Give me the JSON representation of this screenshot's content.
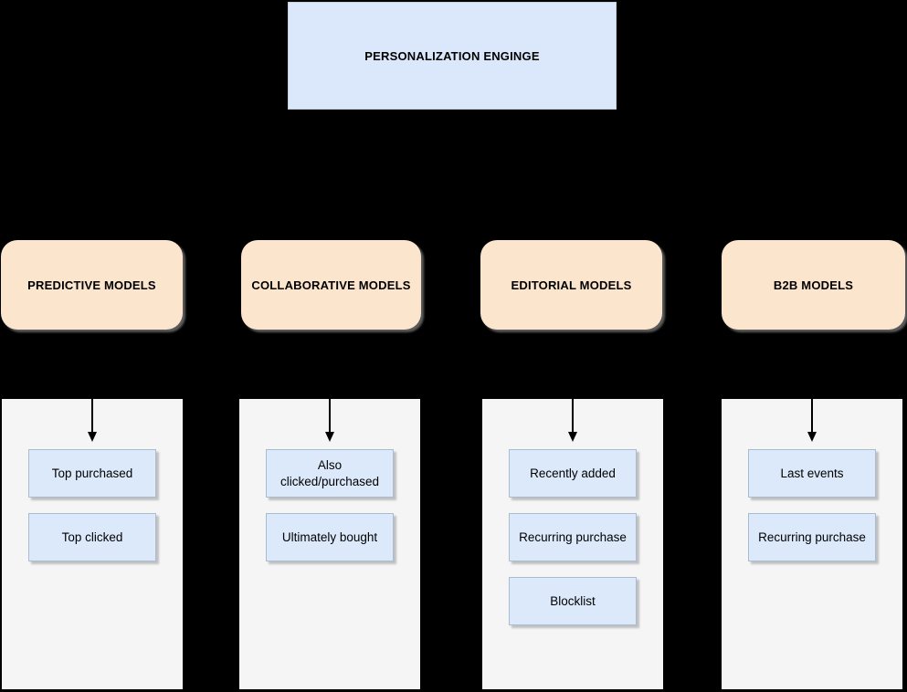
{
  "engine": {
    "label": "PERSONALIZATION ENGINGE"
  },
  "columns": [
    {
      "id": "predictive",
      "header": "PREDICTIVE MODELS",
      "items": [
        "Top purchased",
        "Top clicked"
      ]
    },
    {
      "id": "collaborative",
      "header": "COLLABORATIVE MODELS",
      "items": [
        "Also clicked/purchased",
        "Ultimately bought"
      ]
    },
    {
      "id": "editorial",
      "header": "EDITORIAL MODELS",
      "items": [
        "Recently added",
        "Recurring purchase",
        "Blocklist"
      ]
    },
    {
      "id": "b2b",
      "header": "B2B MODELS",
      "items": [
        "Last events",
        "Recurring purchase"
      ]
    }
  ],
  "icons": {
    "connector": "down-arrow-icon"
  },
  "colors": {
    "background": "#000000",
    "engine-fill": "#dbe8fb",
    "engine-border": "#c3d0e0",
    "model-fill": "#fce5cd",
    "panel-fill": "#f5f5f5",
    "item-fill": "#dbe9fb",
    "item-border": "#a9bcd1",
    "arrow": "#000000"
  }
}
